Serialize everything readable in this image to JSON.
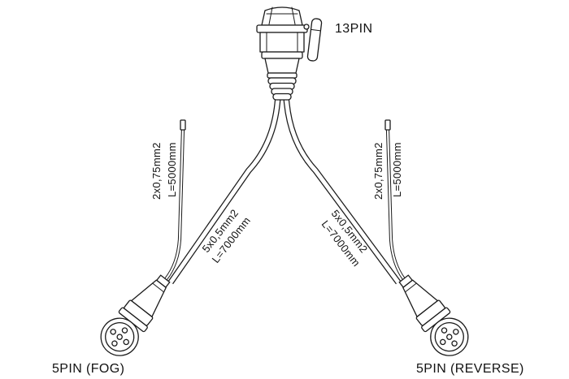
{
  "diagram": {
    "title": "13PIN",
    "branches": {
      "left": {
        "cable_spec": "5x0,5mm2",
        "cable_length": "L=7000mm",
        "aux_wire_spec": "2x0,75mm2",
        "aux_wire_length": "L=5000mm",
        "connector_label": "5PIN (FOG)"
      },
      "right": {
        "cable_spec": "5x0,5mm2",
        "cable_length": "L=7000mm",
        "aux_wire_spec": "2x0,75mm2",
        "aux_wire_length": "L=5000mm",
        "connector_label": "5PIN (REVERSE)"
      }
    },
    "colors": {
      "line": "#1a1a1a",
      "background": "#ffffff"
    }
  }
}
